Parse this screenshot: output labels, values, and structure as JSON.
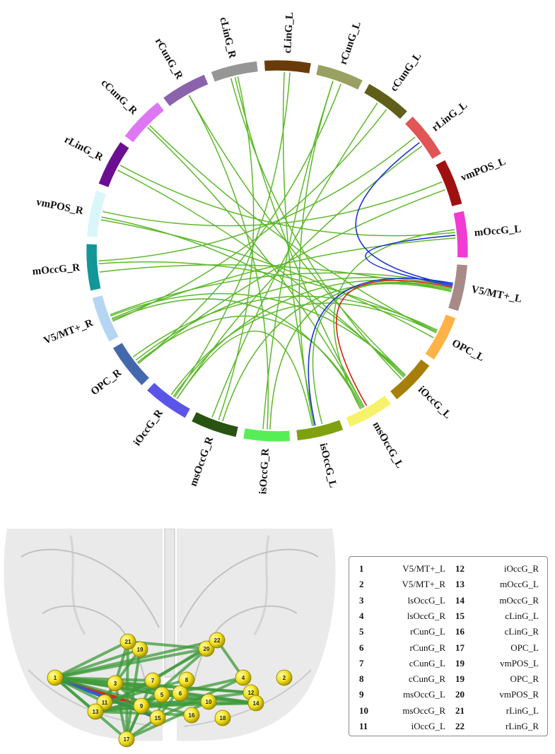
{
  "chord": {
    "segments": [
      {
        "id": "mOccG_L",
        "label": "mOccG_L",
        "color": "#f03cd2"
      },
      {
        "id": "V5_L",
        "label": "V5/MT+_L",
        "color": "#a88a86"
      },
      {
        "id": "OPC_L",
        "label": "OPC_L",
        "color": "#ffb347"
      },
      {
        "id": "iOccG_L",
        "label": "iOccG_L",
        "color": "#a67f0a"
      },
      {
        "id": "msOccG_L",
        "label": "msOccG_L",
        "color": "#f6f36a"
      },
      {
        "id": "isOccG_L",
        "label": "isOccG_L",
        "color": "#7fa10e"
      },
      {
        "id": "isOccG_R",
        "label": "isOccG_R",
        "color": "#55ef55"
      },
      {
        "id": "msOccG_R",
        "label": "msOccG_R",
        "color": "#285310"
      },
      {
        "id": "iOccG_R",
        "label": "iOccG_R",
        "color": "#5a55e8"
      },
      {
        "id": "OPC_R",
        "label": "OPC_R",
        "color": "#4468ac"
      },
      {
        "id": "V5_R",
        "label": "V5/MT+_R",
        "color": "#b5d6f3"
      },
      {
        "id": "mOccG_R",
        "label": "mOccG_R",
        "color": "#129697"
      },
      {
        "id": "vmPOS_R",
        "label": "vmPOS_R",
        "color": "#d9f6fb"
      },
      {
        "id": "rLinG_R",
        "label": "rLinG_R",
        "color": "#6b0e92"
      },
      {
        "id": "cCunG_R",
        "label": "cCunG_R",
        "color": "#de77f3"
      },
      {
        "id": "rCunG_R",
        "label": "rCunG_R",
        "color": "#8b63ad"
      },
      {
        "id": "cLinG_R",
        "label": "cLinG_R",
        "color": "#969696"
      },
      {
        "id": "cLinG_L",
        "label": "cLinG_L",
        "color": "#6a3a08"
      },
      {
        "id": "rCunG_L",
        "label": "rCunG_L",
        "color": "#9aa062"
      },
      {
        "id": "cCunG_L",
        "label": "cCunG_L",
        "color": "#5f5f1a"
      },
      {
        "id": "rLinG_L",
        "label": "rLinG_L",
        "color": "#e05555"
      },
      {
        "id": "vmPOS_L",
        "label": "vmPOS_L",
        "color": "#a01010"
      }
    ],
    "links": [
      {
        "from": "mOccG_R",
        "to": "V5_L",
        "color": "green"
      },
      {
        "from": "vmPOS_R",
        "to": "OPC_L",
        "color": "green"
      },
      {
        "from": "rLinG_R",
        "to": "iOccG_L",
        "color": "green"
      },
      {
        "from": "cCunG_R",
        "to": "msOccG_L",
        "color": "green"
      },
      {
        "from": "rCunG_R",
        "to": "isOccG_R",
        "color": "green"
      },
      {
        "from": "cLinG_R",
        "to": "msOccG_R",
        "color": "green"
      },
      {
        "from": "cLinG_L",
        "to": "iOccG_R",
        "color": "green"
      },
      {
        "from": "rCunG_L",
        "to": "OPC_R",
        "color": "green"
      },
      {
        "from": "cCunG_L",
        "to": "V5_R",
        "color": "green"
      },
      {
        "from": "rLinG_L",
        "to": "mOccG_R",
        "color": "green"
      },
      {
        "from": "vmPOS_L",
        "to": "vmPOS_R",
        "color": "green"
      },
      {
        "from": "mOccG_L",
        "to": "rLinG_R",
        "color": "green"
      },
      {
        "from": "OPC_L",
        "to": "cCunG_R",
        "color": "green"
      },
      {
        "from": "iOccG_L",
        "to": "rCunG_R",
        "color": "green"
      },
      {
        "from": "msOccG_L",
        "to": "cLinG_R",
        "color": "green"
      },
      {
        "from": "isOccG_L",
        "to": "cLinG_L",
        "color": "green"
      },
      {
        "from": "isOccG_R",
        "to": "rCunG_L",
        "color": "green"
      },
      {
        "from": "msOccG_R",
        "to": "cCunG_L",
        "color": "green"
      },
      {
        "from": "iOccG_R",
        "to": "rLinG_L",
        "color": "green"
      },
      {
        "from": "OPC_R",
        "to": "vmPOS_L",
        "color": "green"
      },
      {
        "from": "V5_R",
        "to": "mOccG_L",
        "color": "green"
      },
      {
        "from": "V5_L",
        "to": "V5_R",
        "color": "green"
      },
      {
        "from": "V5_L",
        "to": "OPC_R",
        "color": "green"
      },
      {
        "from": "V5_L",
        "to": "iOccG_R",
        "color": "green"
      },
      {
        "from": "V5_L",
        "to": "isOccG_R",
        "color": "green"
      },
      {
        "from": "V5_L",
        "to": "isOccG_L",
        "color": "green"
      },
      {
        "from": "V5_L",
        "to": "msOccG_R",
        "color": "green"
      },
      {
        "from": "V5_L",
        "to": "msOccG_L",
        "color": "red"
      },
      {
        "from": "V5_L",
        "to": "isOccG_L",
        "color": "blue"
      },
      {
        "from": "V5_L",
        "to": "rLinG_L",
        "color": "blue"
      },
      {
        "from": "V5_L",
        "to": "mOccG_L",
        "color": "blue"
      },
      {
        "from": "mOccG_L",
        "to": "msOccG_L",
        "color": "green"
      },
      {
        "from": "OPC_L",
        "to": "OPC_R",
        "color": "green"
      },
      {
        "from": "OPC_L",
        "to": "mOccG_R",
        "color": "green"
      },
      {
        "from": "OPC_L",
        "to": "iOccG_R",
        "color": "green"
      },
      {
        "from": "iOccG_L",
        "to": "V5_R",
        "color": "green"
      },
      {
        "from": "iOccG_L",
        "to": "vmPOS_R",
        "color": "green"
      },
      {
        "from": "msOccG_L",
        "to": "OPC_R",
        "color": "green"
      },
      {
        "from": "msOccG_L",
        "to": "V5_R",
        "color": "green"
      },
      {
        "from": "isOccG_L",
        "to": "iOccG_R",
        "color": "green"
      },
      {
        "from": "cLinG_R",
        "to": "iOccG_L",
        "color": "green"
      },
      {
        "from": "rCunG_L",
        "to": "isOccG_L",
        "color": "green"
      }
    ],
    "link_colors": {
      "green": "#5cb82a",
      "red": "#d81c10",
      "blue": "#1a2fd6"
    }
  },
  "brain": {
    "nodes": [
      {
        "label": "1"
      },
      {
        "label": "2"
      },
      {
        "label": "3"
      },
      {
        "label": "4"
      },
      {
        "label": "5"
      },
      {
        "label": "6"
      },
      {
        "label": "7"
      },
      {
        "label": "8"
      },
      {
        "label": "9"
      },
      {
        "label": "10"
      },
      {
        "label": "11"
      },
      {
        "label": "12"
      },
      {
        "label": "13"
      },
      {
        "label": "14"
      },
      {
        "label": "15"
      },
      {
        "label": "16"
      },
      {
        "label": "17"
      },
      {
        "label": "18"
      },
      {
        "label": "19"
      },
      {
        "label": "20"
      },
      {
        "label": "21"
      },
      {
        "label": "22"
      }
    ],
    "node_color": "#f3e21b",
    "edges": [
      [
        "1",
        "3"
      ],
      [
        "1",
        "5"
      ],
      [
        "1",
        "7"
      ],
      [
        "1",
        "9",
        "red"
      ],
      [
        "1",
        "15",
        "blue"
      ],
      [
        "1",
        "11"
      ],
      [
        "1",
        "13"
      ],
      [
        "1",
        "17"
      ],
      [
        "1",
        "21"
      ],
      [
        "1",
        "19"
      ],
      [
        "1",
        "20"
      ],
      [
        "1",
        "22"
      ],
      [
        "1",
        "10"
      ],
      [
        "1",
        "12"
      ],
      [
        "1",
        "14"
      ],
      [
        "1",
        "16"
      ],
      [
        "3",
        "9"
      ],
      [
        "3",
        "11"
      ],
      [
        "3",
        "13"
      ],
      [
        "3",
        "17"
      ],
      [
        "3",
        "21"
      ],
      [
        "3",
        "19"
      ],
      [
        "3",
        "14"
      ],
      [
        "3",
        "12"
      ],
      [
        "5",
        "9"
      ],
      [
        "5",
        "15"
      ],
      [
        "5",
        "14"
      ],
      [
        "7",
        "13"
      ],
      [
        "7",
        "17"
      ],
      [
        "7",
        "22"
      ],
      [
        "8",
        "15"
      ],
      [
        "8",
        "11"
      ],
      [
        "9",
        "15"
      ],
      [
        "9",
        "13"
      ],
      [
        "9",
        "17"
      ],
      [
        "9",
        "14"
      ],
      [
        "9",
        "12"
      ],
      [
        "10",
        "17"
      ],
      [
        "10",
        "13"
      ],
      [
        "11",
        "14"
      ],
      [
        "4",
        "15"
      ],
      [
        "4",
        "13"
      ],
      [
        "4",
        "22"
      ],
      [
        "6",
        "13"
      ],
      [
        "16",
        "13"
      ],
      [
        "15",
        "17"
      ],
      [
        "20",
        "13"
      ],
      [
        "21",
        "17"
      ],
      [
        "19",
        "17"
      ],
      [
        "22",
        "9"
      ],
      [
        "20",
        "21"
      ]
    ]
  },
  "legend": {
    "rows": [
      {
        "n1": "1",
        "name1": "V5/MT+_L",
        "n2": "12",
        "name2": "iOccG_R"
      },
      {
        "n1": "2",
        "name1": "V5/MT+_R",
        "n2": "13",
        "name2": "mOccG_L"
      },
      {
        "n1": "3",
        "name1": "lsOccG_L",
        "n2": "14",
        "name2": "mOccG_R"
      },
      {
        "n1": "4",
        "name1": "lsOccG_R",
        "n2": "15",
        "name2": "cLinG_L"
      },
      {
        "n1": "5",
        "name1": "rCunG_L",
        "n2": "16",
        "name2": "cLinG_R"
      },
      {
        "n1": "6",
        "name1": "rCunG_R",
        "n2": "17",
        "name2": "OPC_L"
      },
      {
        "n1": "7",
        "name1": "cCunG_L",
        "n2": "19",
        "name2": "vmPOS_L"
      },
      {
        "n1": "8",
        "name1": "cCunG_R",
        "n2": "19",
        "name2": "OPC_R"
      },
      {
        "n1": "9",
        "name1": "msOccG_L",
        "n2": "20",
        "name2": "vmPOS_R"
      },
      {
        "n1": "10",
        "name1": "msOccG_R",
        "n2": "21",
        "name2": "rLinG_L"
      },
      {
        "n1": "11",
        "name1": "iOccG_L",
        "n2": "22",
        "name2": "rLinG_R"
      }
    ]
  }
}
